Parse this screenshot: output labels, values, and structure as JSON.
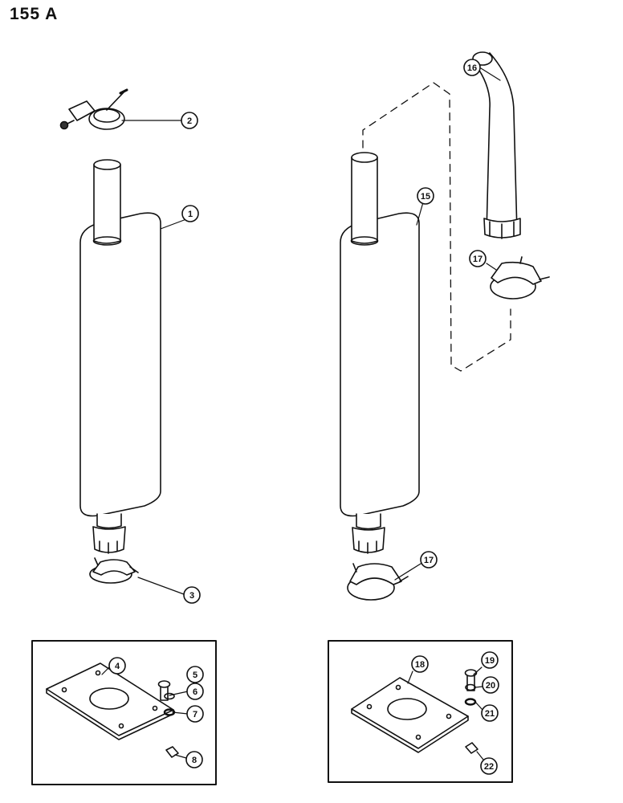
{
  "page": {
    "number": "155 A"
  },
  "callouts": [
    {
      "id": "c1",
      "label": "1"
    },
    {
      "id": "c2",
      "label": "2"
    },
    {
      "id": "c3",
      "label": "3"
    },
    {
      "id": "c4",
      "label": "4"
    },
    {
      "id": "c5",
      "label": "5"
    },
    {
      "id": "c6",
      "label": "6"
    },
    {
      "id": "c7",
      "label": "7"
    },
    {
      "id": "c8",
      "label": "8"
    },
    {
      "id": "c15",
      "label": "15"
    },
    {
      "id": "c16",
      "label": "16"
    },
    {
      "id": "c17a",
      "label": "17"
    },
    {
      "id": "c17b",
      "label": "17"
    },
    {
      "id": "c18",
      "label": "18"
    },
    {
      "id": "c19",
      "label": "19"
    },
    {
      "id": "c20",
      "label": "20"
    },
    {
      "id": "c21",
      "label": "21"
    },
    {
      "id": "c22",
      "label": "22"
    }
  ],
  "colors": {
    "line": "#111111",
    "fill": "#ffffff"
  }
}
